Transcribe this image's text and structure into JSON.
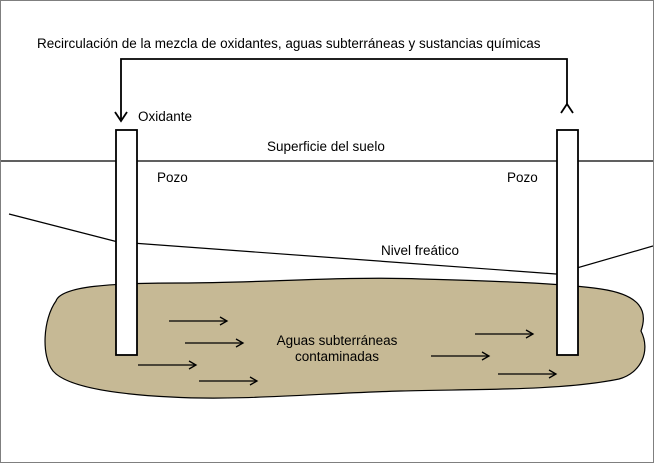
{
  "diagram": {
    "recirculation_label": "Recirculación de la mezcla de oxidantes, aguas subterráneas y sustancias químicas",
    "oxidant_label": "Oxidante",
    "surface_label": "Superficie del suelo",
    "well_left_label": "Pozo",
    "well_right_label": "Pozo",
    "water_table_label": "Nivel freático",
    "plume_label_line1": "Aguas subterráneas",
    "plume_label_line2": "contaminadas",
    "plume_color": "#c6b995",
    "line_color": "#000000"
  }
}
